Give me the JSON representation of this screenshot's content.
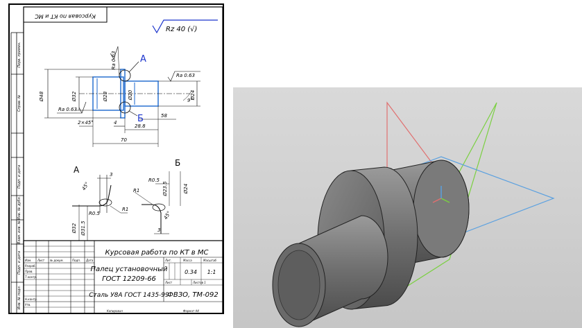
{
  "drawing": {
    "stamp_rotated": "Курсовая по КТ и МС",
    "roughness": "Rz 40 (√)",
    "side_labels": [
      "Перв. примен.",
      "Справ. №",
      "Подп. и дата",
      "Инв. № дубл.",
      "Взам. инв. №",
      "Подп. и дата",
      "Инв. № подл."
    ],
    "callout_A": "А",
    "callout_B": "Б",
    "dims": {
      "d48": "Ø48",
      "d32": "Ø32",
      "d28": "Ø28",
      "d20": "Ø20",
      "d24": "Ø24",
      "ra063_top": "Ra 0.63",
      "ra063_right": "Ra 0.63",
      "ra063_left": "Ra 0.63",
      "chamfer": "2×45°",
      "len4": "4",
      "len28": "28.8",
      "len58": "58",
      "len70": "70",
      "angle9": "9°"
    },
    "detailA": {
      "title": "А",
      "dim3": "3",
      "angle45": "45°",
      "r1": "R1",
      "r05": "R0.5",
      "d32": "Ø32",
      "d315": "Ø31.5"
    },
    "detailB": {
      "title": "Б",
      "r05": "R0.5",
      "r1": "R1",
      "d235": "Ø23.5",
      "d24": "Ø24",
      "angle45": "45°",
      "dim3": "3"
    },
    "title_block": {
      "course": "Курсовая работа по КТ в МС",
      "part_name": "Палец установочный",
      "standard": "ГОСТ 12209-66",
      "material": "Сталь У8А ГОСТ 1435-99",
      "org": "ФВЗО, ТМ-092",
      "mass": "0.34",
      "scale": "1:1",
      "col_labels": [
        "Изм.",
        "Лист",
        "№ докум.",
        "Подп.",
        "Дата"
      ],
      "role_labels": [
        "Разраб.",
        "Пров.",
        "Т.контр.",
        "Н.контр.",
        "Утв."
      ],
      "lit_label": "Лит.",
      "mass_label": "Масса",
      "scale_label": "Масштаб",
      "sheet_label": "Лист",
      "sheets_label": "Листов 1",
      "copied": "Копировал",
      "format": "Формат А4"
    }
  },
  "model": {
    "colors": {
      "axis_x": "#e07070",
      "axis_y": "#7ad040",
      "axis_z": "#5aa0e0",
      "body": "#7a7a7a"
    }
  }
}
